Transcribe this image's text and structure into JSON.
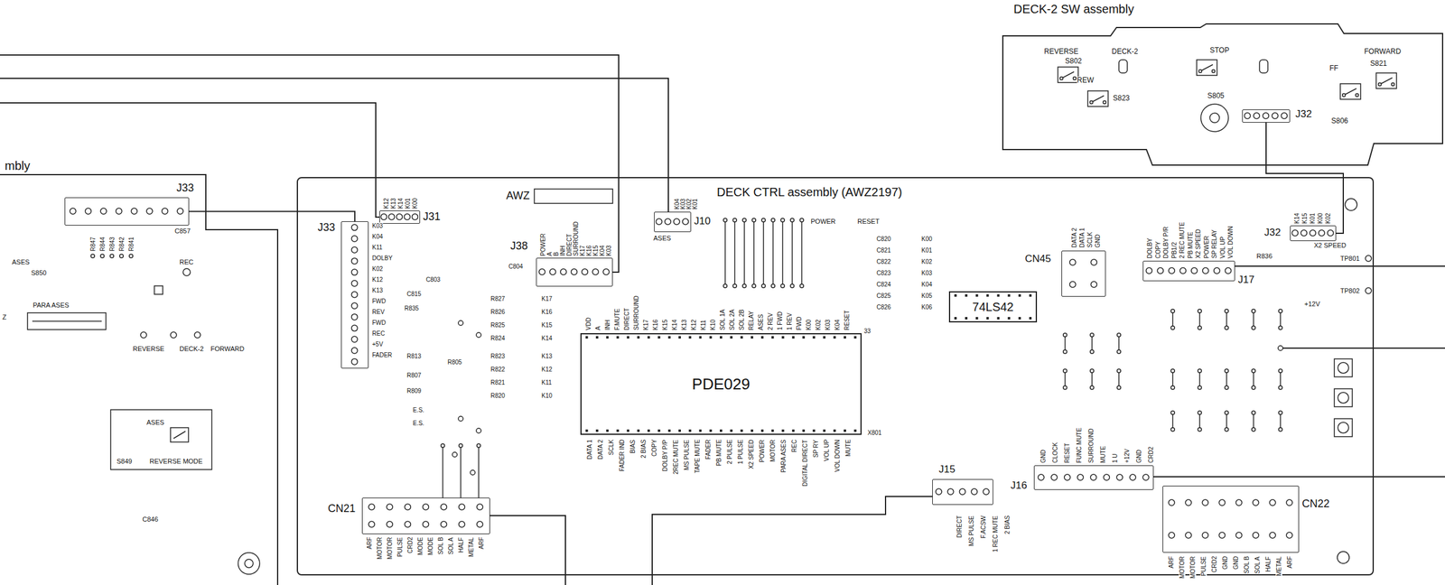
{
  "diagram": {
    "nodes": [
      {
        "text": [
          "DECK-2 SW assembly"
        ]
      },
      {
        "text": [
          "J32"
        ],
        "in": 0
      },
      {
        "text": [
          "DECK CTRL assembly (AWZ2197)"
        ]
      },
      {
        "text": [
          "mbly"
        ]
      },
      {
        "text": [
          "J33"
        ],
        "in": 3
      },
      {
        "text": [
          "J33"
        ],
        "in": 2
      },
      {
        "text": [
          "J31"
        ],
        "in": 2
      },
      {
        "text": [
          "J38"
        ],
        "in": 2
      },
      {
        "text": [
          "J10"
        ],
        "in": 2
      },
      {
        "text": [
          "PDE029"
        ],
        "in": 2
      },
      {
        "text": [
          "74LS42"
        ],
        "in": 2
      },
      {
        "text": [
          "CN45"
        ],
        "in": 2
      },
      {
        "text": [
          "J17"
        ],
        "in": 2
      },
      {
        "text": [
          "J32"
        ],
        "in": 2
      },
      {
        "text": [
          "CN21"
        ],
        "in": 2
      },
      {
        "text": [
          "J15"
        ],
        "in": 2
      },
      {
        "text": [
          "J16"
        ],
        "in": 2
      },
      {
        "text": [
          "CN22"
        ],
        "in": 2
      }
    ],
    "edges": [
      {
        "from": 1,
        "to": 13,
        "arrow": "none"
      },
      {
        "from": 4,
        "to": 5,
        "arrow": "none"
      }
    ],
    "labels": [
      "REVERSE",
      "S802",
      "REW",
      "S823",
      "DECK-2",
      "STOP",
      "S805",
      "FF",
      "S806",
      "FORWARD",
      "S821",
      "ASES",
      "S850",
      "PARA ASES",
      "REC",
      "Z",
      "REVERSE",
      "DECK-2",
      "FORWARD",
      "ASES",
      "S849",
      "REVERSE MODE",
      "C846",
      "C857",
      "R847",
      "R844",
      "R843",
      "R842",
      "R841",
      "AWZ",
      "ASES",
      "POWER",
      "RESET",
      "K12",
      "K13",
      "K14",
      "K01",
      "K00",
      "POWER",
      "A",
      "B",
      "INH",
      "DIRECT",
      "SURROUND",
      "K17",
      "K16",
      "K15",
      "K04",
      "K03",
      "K04",
      "K03",
      "K02",
      "K01",
      "K03",
      "K04",
      "K11",
      "DOLBY",
      "K02",
      "K12",
      "K13",
      "FWD",
      "REV",
      "FWD",
      "REC",
      "+5V",
      "FADER",
      "R827",
      "K17",
      "R826",
      "K16",
      "R825",
      "K15",
      "R824",
      "K14",
      "R823",
      "K13",
      "R822",
      "K12",
      "R821",
      "K11",
      "R820",
      "K10",
      "C803",
      "C815",
      "R835",
      "R813",
      "R807",
      "R809",
      "R805",
      "E.S.",
      "E.S.",
      "C804",
      "VDD",
      "A",
      "INH",
      "F.MUTE",
      "DIRECT",
      "SURROUND",
      "K17",
      "K16",
      "K15",
      "K14",
      "K13",
      "K12",
      "K11",
      "K10",
      "SOL 1A",
      "SOL 2A",
      "SOL 2B",
      "RELAY",
      "ASES",
      "2 REV",
      "1 FWD",
      "1 REV",
      "FWD",
      "K00",
      "K02",
      "K03",
      "K04",
      "RESET",
      "33",
      "X801",
      "DATA 1",
      "DATA 2",
      "SCLK",
      "FADER IND",
      "BIAS",
      "2 BIAS",
      "COPY",
      "DOLBY P/P",
      "2REC MUTE",
      "MS PULSE",
      "TAPE MUTE",
      "FADER",
      "PB MUTE",
      "2 PULSE",
      "1 PULSE",
      "X2 SPEED",
      "POWER",
      "MOTOR",
      "PARA ASES",
      "REC",
      "DIGITAL DIRECT",
      "SP RY",
      "VOL UP",
      "VOL DOWN",
      "MUTE",
      "C820",
      "K00",
      "C821",
      "K01",
      "C822",
      "K02",
      "C823",
      "K03",
      "C824",
      "K04",
      "C825",
      "K05",
      "C826",
      "K06",
      "X2 SPEED",
      "TP801",
      "TP802",
      "+12V",
      "R836",
      "DATA 2",
      "DATA 1",
      "SCLK",
      "GND",
      "DOLBY",
      "COPY",
      "DOLBY P/R",
      "PB1/2",
      "2 REC MUTE",
      "PB MUTE",
      "X2 SPEED",
      "POWER",
      "SP RELAY",
      "VOL UP",
      "VOL DOWN",
      "K14",
      "K15",
      "K01",
      "K00",
      "K02",
      "GND",
      "CLOCK",
      "RESET",
      "FUNC MUTE",
      "SURROUND",
      "MUTE",
      "1 U",
      "+12V",
      "GND",
      "CRD2",
      "DIRECT",
      "MS PULSE",
      "F.ACSW",
      "1 REC MUTE",
      "2 BIAS",
      "ARF",
      "MOTOR",
      "MOTOR",
      "PULSE",
      "CRD2",
      "GND",
      "GND",
      "SOL B",
      "SOL A",
      "HALF",
      "METAL",
      "ARF",
      "ARF",
      "MOTOR",
      "MOTOR",
      "PULSE",
      "CRD2",
      "MODE",
      "MODE",
      "SOL B",
      "SOL A",
      "HALF",
      "METAL",
      "ARF"
    ]
  }
}
